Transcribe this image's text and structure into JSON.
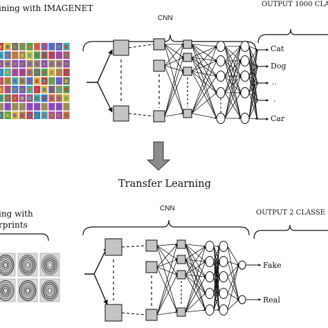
{
  "top": {
    "training_label": "ining with IMAGENET",
    "cnn_label": "CNN",
    "output_label": "OUTPUT  1000 CLA",
    "classes": [
      "Cat",
      "Dog",
      "..",
      ".",
      "Car"
    ]
  },
  "transfer_label": "Transfer Learning",
  "bottom": {
    "training_label_line1": "ing with",
    "training_label_line2": "rprints",
    "cnn_label": "CNN",
    "output_label": "OUTPUT  2 CLASSE",
    "classes": [
      "Fake",
      "Real"
    ]
  },
  "colors": {
    "box_fill": "#c4c4c4",
    "stroke": "#111111",
    "arrow_fill": "#8c8c8c",
    "imagenet_palette": [
      "#c83a3a",
      "#3a7bc8",
      "#4fa34a",
      "#d8b43a",
      "#8a4bb8",
      "#d0703a",
      "#6c6c6c",
      "#3ab0a8",
      "#b84b7a",
      "#9a8a5a"
    ],
    "fingerprint_palette": [
      "#2a2a2a",
      "#555555",
      "#7a7a7a",
      "#3e3e3e"
    ]
  }
}
